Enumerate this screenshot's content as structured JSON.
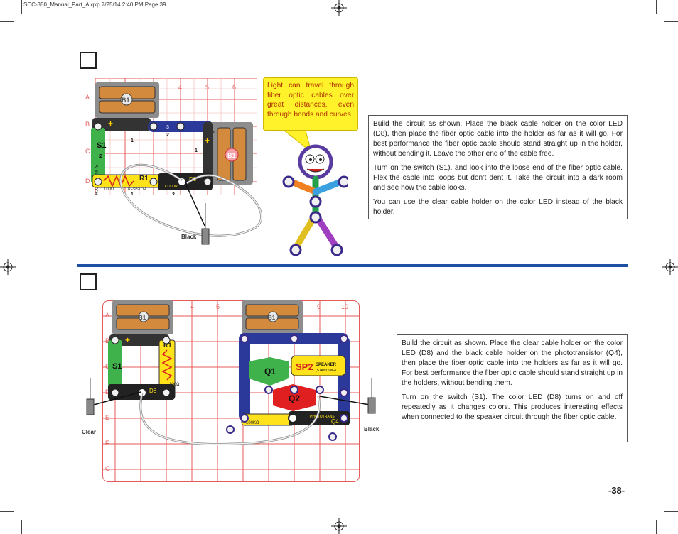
{
  "header": {
    "file_info": "SCC-350_Manual_Part_A.qxp  7/25/14  2:40 PM  Page 39"
  },
  "project1": {
    "bubble_text": "Light can travel through fiber optic cables over great distances, even through bends and curves.",
    "paragraphs": [
      "Build the circuit as shown. Place the black cable holder on the color LED (D8), then place the fiber optic cable into the holder as far as it will go. For best performance the fiber optic cable should stand straight up in the holder, without bending it. Leave the other end of the cable free.",
      "Turn on the switch (S1), and look into the loose end of the fiber optic cable. Flex the cable into loops but don’t dent it. Take the circuit into a dark room and see how the cable looks.",
      "You can use the clear cable holder on the color LED instead of the black holder."
    ],
    "cable_label": "Black",
    "grid_cols": [
      "4",
      "5",
      "6"
    ],
    "grid_rows": [
      "A",
      "B",
      "C",
      "D"
    ],
    "parts": {
      "battery": "B1",
      "switch": "S1",
      "switch_text": "SLIDE SWITCH",
      "resistor": "R1",
      "resistor_value": "100Ω",
      "resistor_text": "RESISTOR",
      "led": "D8",
      "led_text": "COLOR",
      "volt": "3V",
      "plus": "+",
      "minus": "-"
    }
  },
  "project2": {
    "paragraphs": [
      "Build the circuit as shown. Place the clear cable holder on the color LED (D8) and the black cable holder on the phototransistor (Q4), then place the fiber optic cable into the holders as far as it will go. For best performance the fiber optic cable should stand straight up in the holders, without bending them.",
      "Turn on the switch (S1). The color LED (D8) turns on and off repeatedly as it changes colors. This produces interesting effects when connected to the speaker circuit through the fiber optic cable."
    ],
    "cable_left": "Clear",
    "cable_right": "Black",
    "grid_cols": [
      "4",
      "5",
      "9",
      "10"
    ],
    "grid_rows": [
      "A",
      "B",
      "C",
      "D",
      "E",
      "F",
      "G"
    ],
    "parts": {
      "battery": "B1",
      "switch": "S1",
      "resistor": "R1",
      "resistor_value": "100Ω",
      "resistor2_value": "100KΩ",
      "led": "D8",
      "q1": "Q1",
      "q2": "Q2",
      "q4": "Q4",
      "speaker": "SP2",
      "speaker_text1": "SPEAKER",
      "speaker_text2": "(STANDING)",
      "photo_text": "PHOTOTRANS"
    }
  },
  "page_number": "-38-",
  "colors": {
    "blue_rule": "#1d4fa3",
    "bubble": "#fff22a",
    "bubble_text": "#b03000",
    "grid": "#e55a5a",
    "snap_blue": "#2b3a9a"
  }
}
